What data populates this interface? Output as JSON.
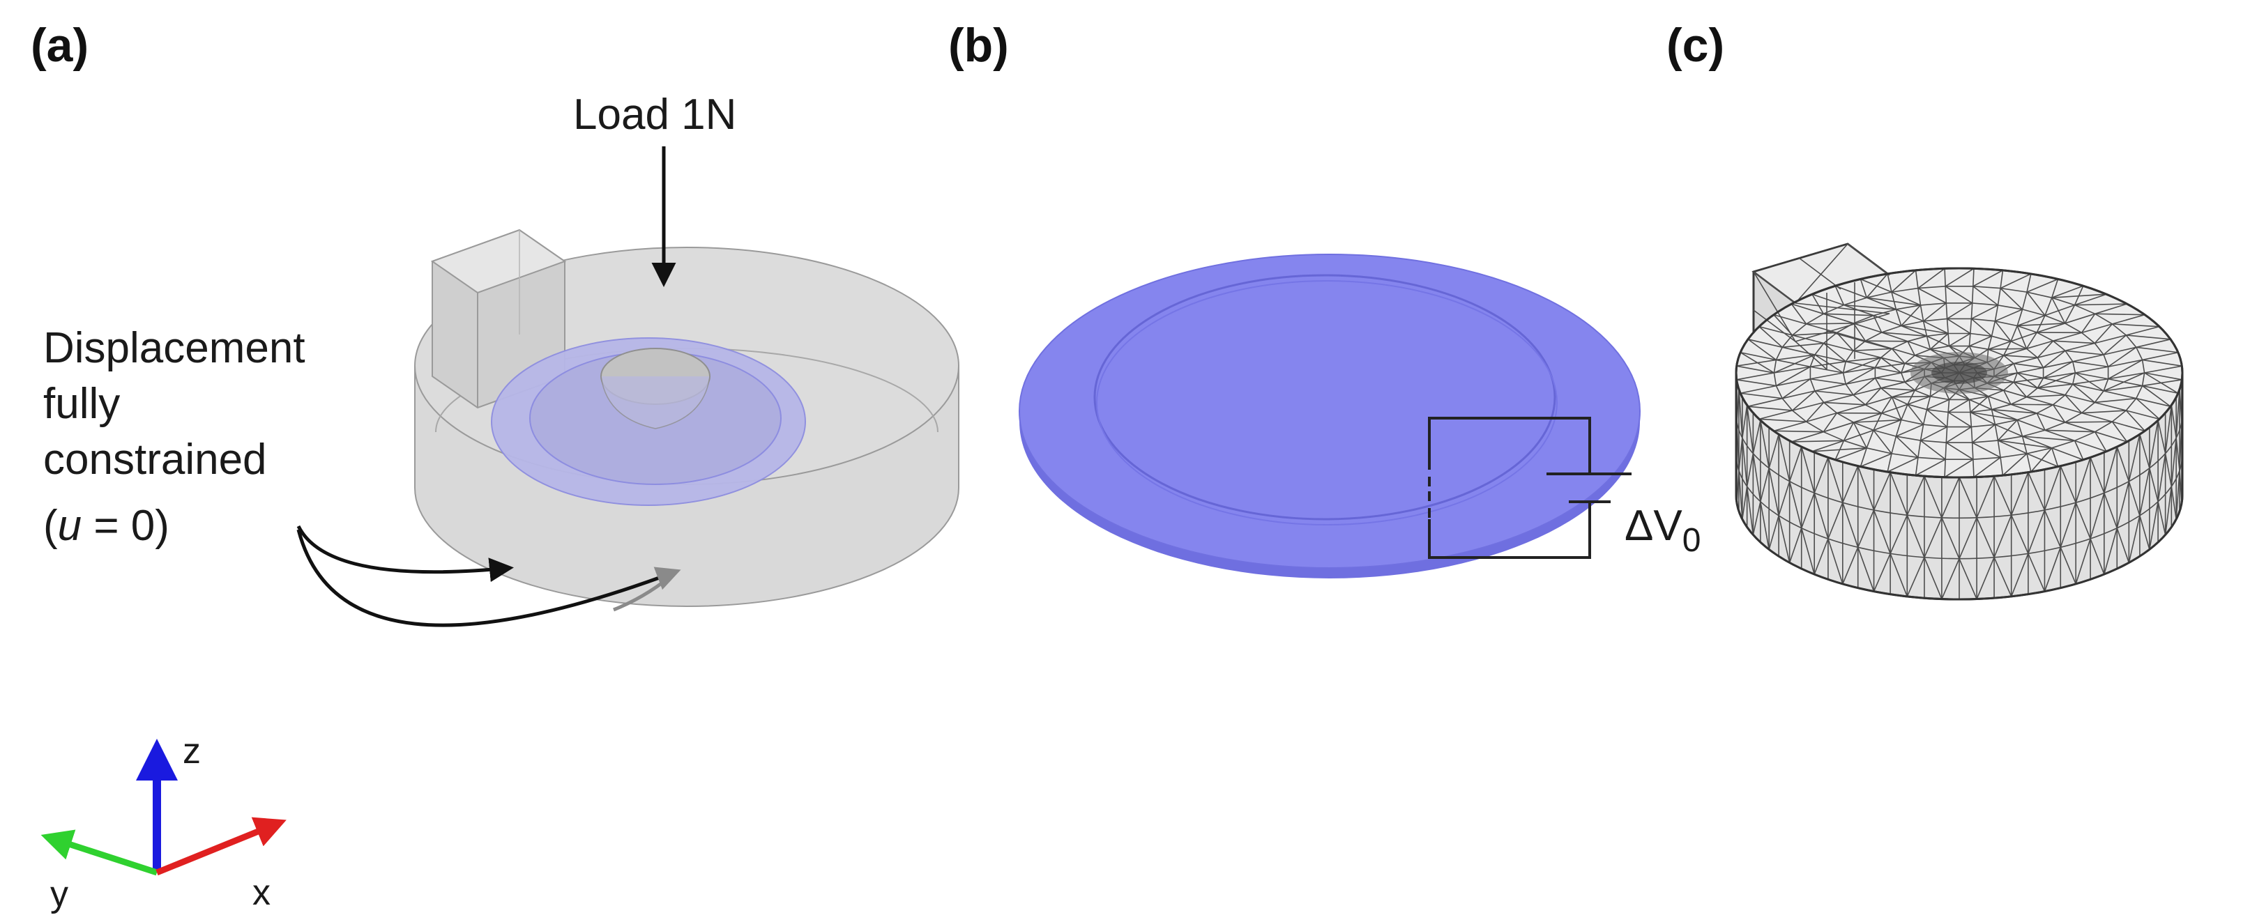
{
  "panels": {
    "a": {
      "label": "(a)",
      "load_label": "Load 1N",
      "constraint_lines": [
        "Displacement",
        "fully",
        "constrained"
      ],
      "constraint_eq_open": "(",
      "constraint_eq_var": "u",
      "constraint_eq_rest": " = 0)"
    },
    "b": {
      "label": "(b)",
      "voltage_delta": "ΔV",
      "voltage_sub": "0"
    },
    "c": {
      "label": "(c)"
    }
  },
  "axes": {
    "z": "z",
    "y": "y",
    "x": "x"
  },
  "colors": {
    "electrode_blue": "#7f7ff0",
    "housing_gray": "#d6d6d6",
    "axis_z": "#1a1adf",
    "axis_y": "#2fd12f",
    "axis_x": "#e02020",
    "arrow_gray": "#8a8a8a"
  }
}
